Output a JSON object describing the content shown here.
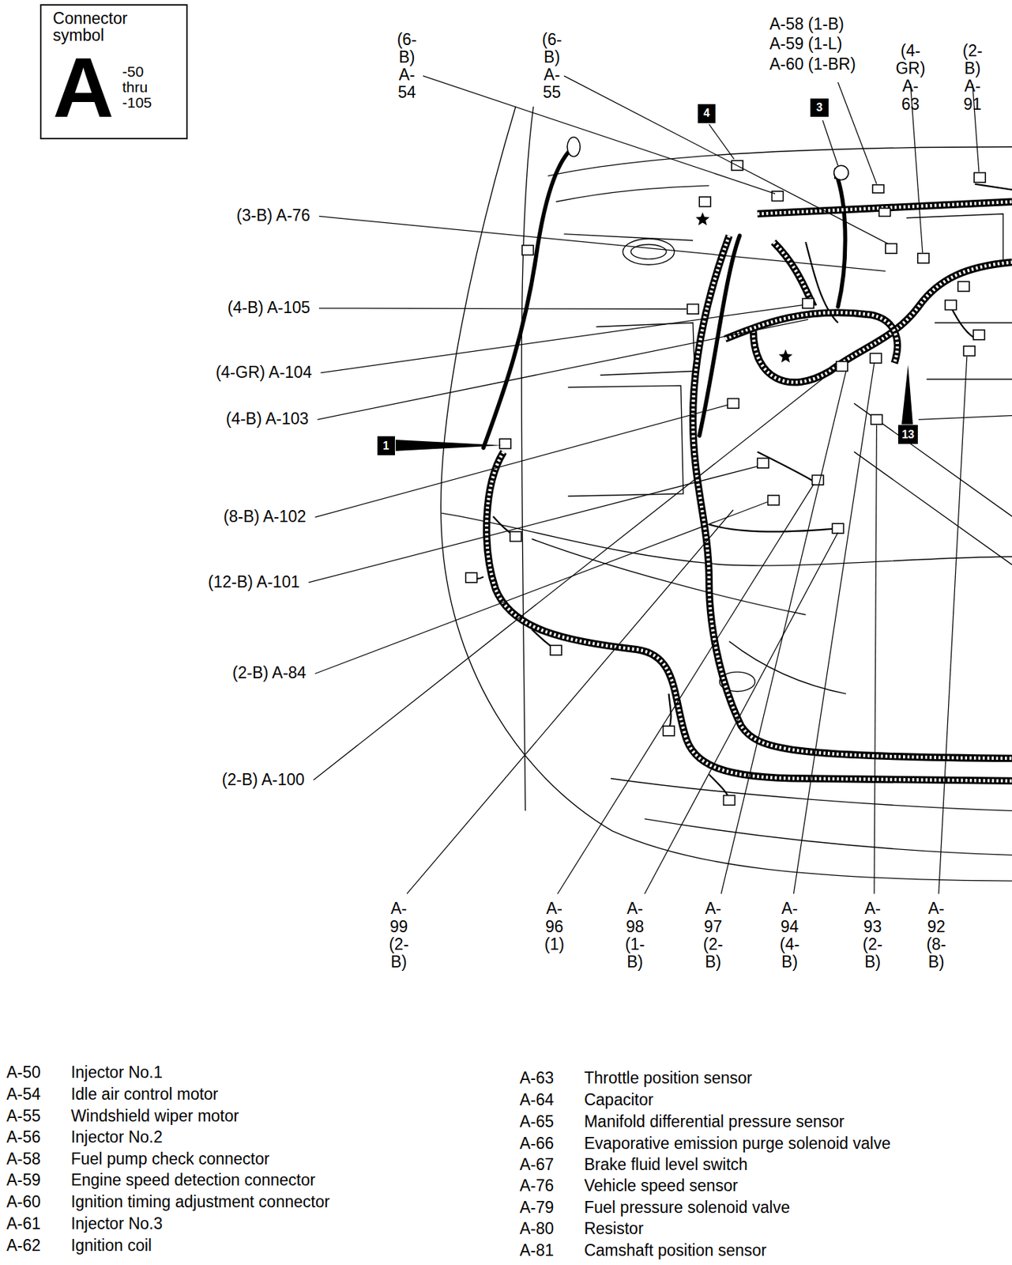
{
  "diagram": {
    "nodes": [
      {
        "text": [
          "Connector symbol",
          "A",
          "-50 thru -105"
        ]
      },
      {
        "text": [
          "4"
        ]
      },
      {
        "text": [
          "3"
        ]
      },
      {
        "text": [
          "1"
        ]
      },
      {
        "text": [
          "13"
        ]
      }
    ],
    "labels": [
      "(6-B) A-54",
      "(6-B) A-55",
      "A-58 (1-B)",
      "A-59 (1-L)",
      "A-60 (1-BR)",
      "(4-GR) A-63",
      "(2-B) A-91",
      "(3-B) A-76",
      "(4-B) A-105",
      "(4-GR) A-104",
      "(4-B) A-103",
      "(8-B) A-102",
      "(12-B) A-101",
      "(2-B) A-84",
      "(2-B) A-100",
      "A-99 (2-B)",
      "A-96 (1)",
      "A-98 (1-B)",
      "A-97 (2-B)",
      "A-94 (4-B)",
      "A-93 (2-B)",
      "A-92 (8-B)",
      "A-50",
      "Injector No.1",
      "A-54",
      "Idle air control motor",
      "A-55",
      "Windshield wiper motor",
      "A-56",
      "Injector No.2",
      "A-58",
      "Fuel pump check connector",
      "A-59",
      "Engine speed detection connector",
      "A-60",
      "Ignition timing adjustment connector",
      "A-61",
      "Injector No.3",
      "A-62",
      "Ignition coil",
      "A-63",
      "Throttle position sensor",
      "A-64",
      "Capacitor",
      "A-65",
      "Manifold differential pressure sensor",
      "A-66",
      "Evaporative emission purge solenoid valve",
      "A-67",
      "Brake fluid level switch",
      "A-76",
      "Vehicle speed sensor",
      "A-79",
      "Fuel pressure solenoid valve",
      "A-80",
      "Resistor",
      "A-81",
      "Camshaft position sensor"
    ]
  }
}
